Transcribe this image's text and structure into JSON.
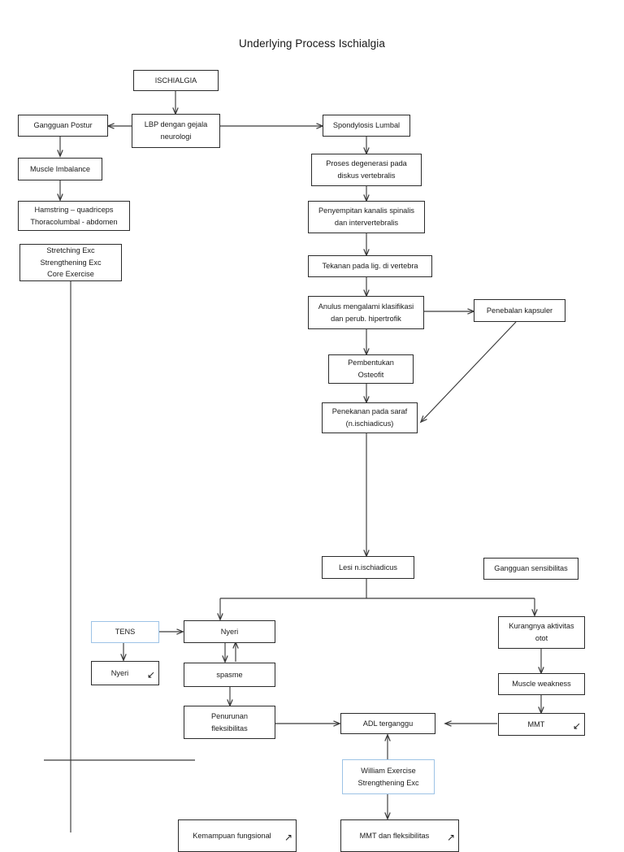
{
  "page": {
    "title": "Underlying Process Ischialgia",
    "colors": {
      "box_border": "#2b2b2b",
      "box_border_highlight": "#9dc3e6",
      "line": "#3a3a3a",
      "background": "#ffffff",
      "text": "#1a1a1a"
    }
  },
  "nodes": {
    "ischialgia": {
      "label": "ISCHIALGIA"
    },
    "lbp": {
      "label": "LBP dengan gejala\nneurologi"
    },
    "gangguan_postur": {
      "label": "Gangguan Postur"
    },
    "spondylosis": {
      "label": "Spondylosis Lumbal"
    },
    "muscle_imbalance": {
      "label": "Muscle Imbalance"
    },
    "hamstring": {
      "label": "Hamstring – quadriceps\nThoracolumbal - abdomen"
    },
    "stretching": {
      "label": "Stretching Exc\nStrengthening Exc\nCore Exercise"
    },
    "degenerasi": {
      "label": "Proses degenerasi pada\ndiskus vertebralis"
    },
    "penyempitan": {
      "label": "Penyempitan kanalis spinalis\ndan intervertebralis"
    },
    "tekanan_lig": {
      "label": "Tekanan pada lig. di vertebra"
    },
    "anulus": {
      "label": "Anulus mengalami klasifikasi\ndan perub. hipertrofik"
    },
    "penebalan": {
      "label": "Penebalan kapsuler"
    },
    "osteofit": {
      "label": "Pembentukan\nOsteofit"
    },
    "penekanan_saraf": {
      "label": "Penekanan pada saraf\n(n.ischiadicus)"
    },
    "lesi": {
      "label": "Lesi n.ischiadicus"
    },
    "gangguan_sensibilitas": {
      "label": "Gangguan sensibilitas"
    },
    "tens": {
      "label": "TENS"
    },
    "nyeri_turun": {
      "label": "Nyeri",
      "suffix_icon": "arrow-down-right-decrease"
    },
    "nyeri": {
      "label": "Nyeri"
    },
    "spasme": {
      "label": "spasme"
    },
    "penurunan_fleks": {
      "label": "Penurunan\nfleksibilitas"
    },
    "kurang_aktivitas": {
      "label": "Kurangnya aktivitas\notot"
    },
    "muscle_weakness": {
      "label": "Muscle weakness"
    },
    "mmt": {
      "label": "MMT",
      "suffix_icon": "arrow-down-right-decrease"
    },
    "adl": {
      "label": "ADL terganggu"
    },
    "william": {
      "label": "William Exercise\nStrengthening Exc"
    },
    "kemampuan_fungsional": {
      "label": "Kemampuan fungsional",
      "suffix_icon": "arrow-up-right-increase"
    },
    "mmt_fleksibilitas": {
      "label": "MMT dan fleksibilitas",
      "suffix_icon": "arrow-up-right-increase"
    }
  },
  "icons": {
    "arrow_down_right_decrease": "↙",
    "arrow_up_right_increase": "↗"
  }
}
